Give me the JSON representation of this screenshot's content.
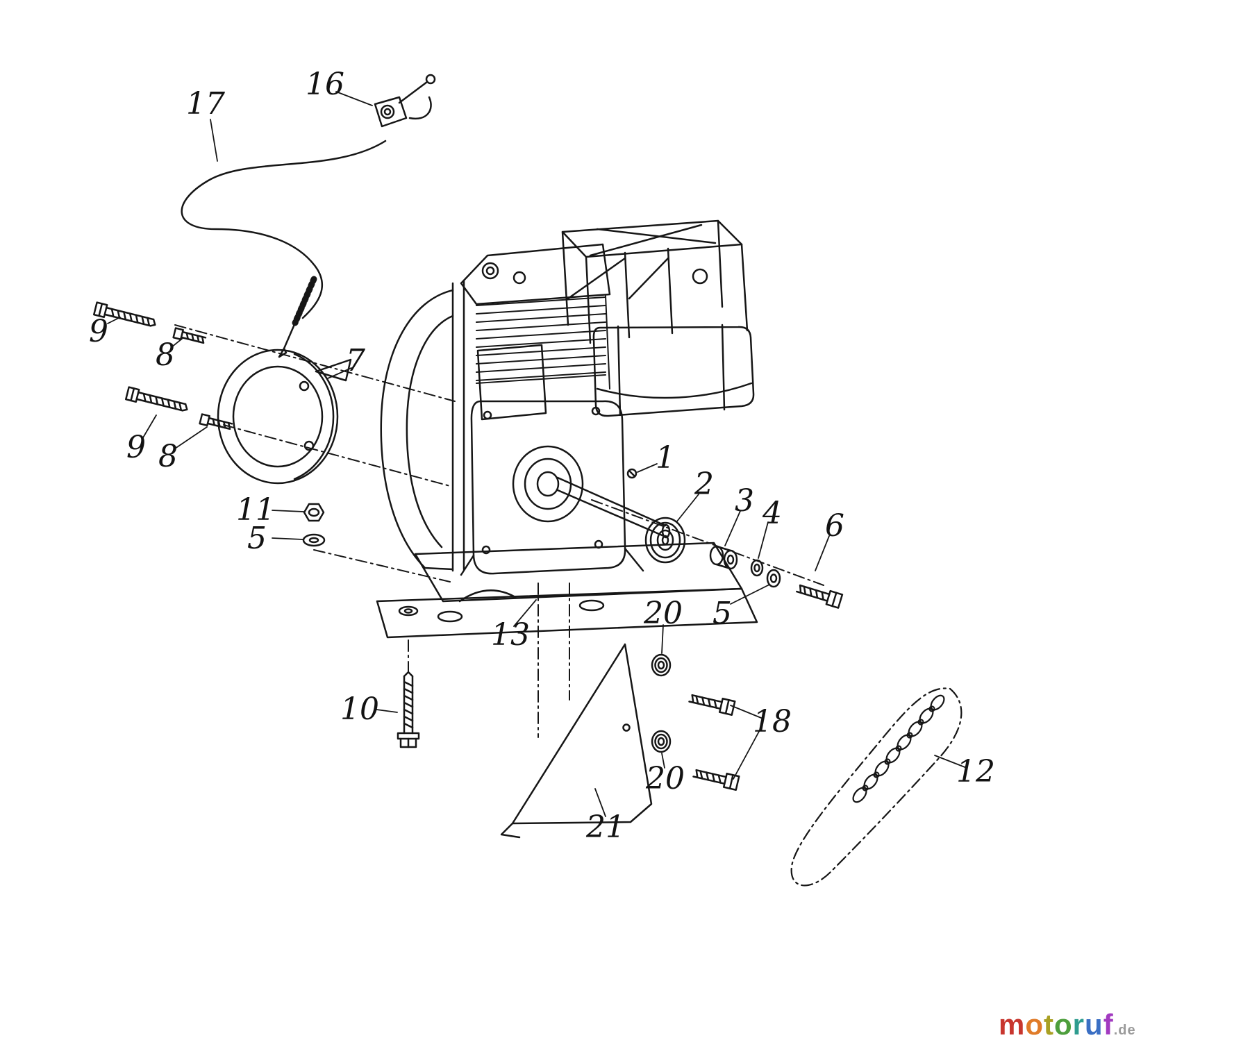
{
  "diagram": {
    "type": "exploded-parts-diagram",
    "subject": "engine-assembly",
    "line_color": "#161616",
    "background_color": "#ffffff",
    "labels": [
      {
        "text": "17"
      },
      {
        "text": "16"
      },
      {
        "text": "9"
      },
      {
        "text": "8"
      },
      {
        "text": "9"
      },
      {
        "text": "8"
      },
      {
        "text": "7"
      },
      {
        "text": "11"
      },
      {
        "text": "5"
      },
      {
        "text": "1"
      },
      {
        "text": "2"
      },
      {
        "text": "3"
      },
      {
        "text": "4"
      },
      {
        "text": "6"
      },
      {
        "text": "5"
      },
      {
        "text": "13"
      },
      {
        "text": "20"
      },
      {
        "text": "10"
      },
      {
        "text": "18"
      },
      {
        "text": "20"
      },
      {
        "text": "21"
      },
      {
        "text": "12"
      }
    ]
  },
  "watermark": {
    "name": "motoruf",
    "letters": [
      {
        "ch": "m",
        "color": "#c8362e"
      },
      {
        "ch": "o",
        "color": "#e07b28"
      },
      {
        "ch": "t",
        "color": "#a9a023"
      },
      {
        "ch": "o",
        "color": "#4d9e3c"
      },
      {
        "ch": "r",
        "color": "#2e9c8f"
      },
      {
        "ch": "u",
        "color": "#3a6fc4"
      },
      {
        "ch": "f",
        "color": "#a23ac0"
      }
    ],
    "suffix": ".de",
    "suffix_color": "#9a9a9a"
  }
}
